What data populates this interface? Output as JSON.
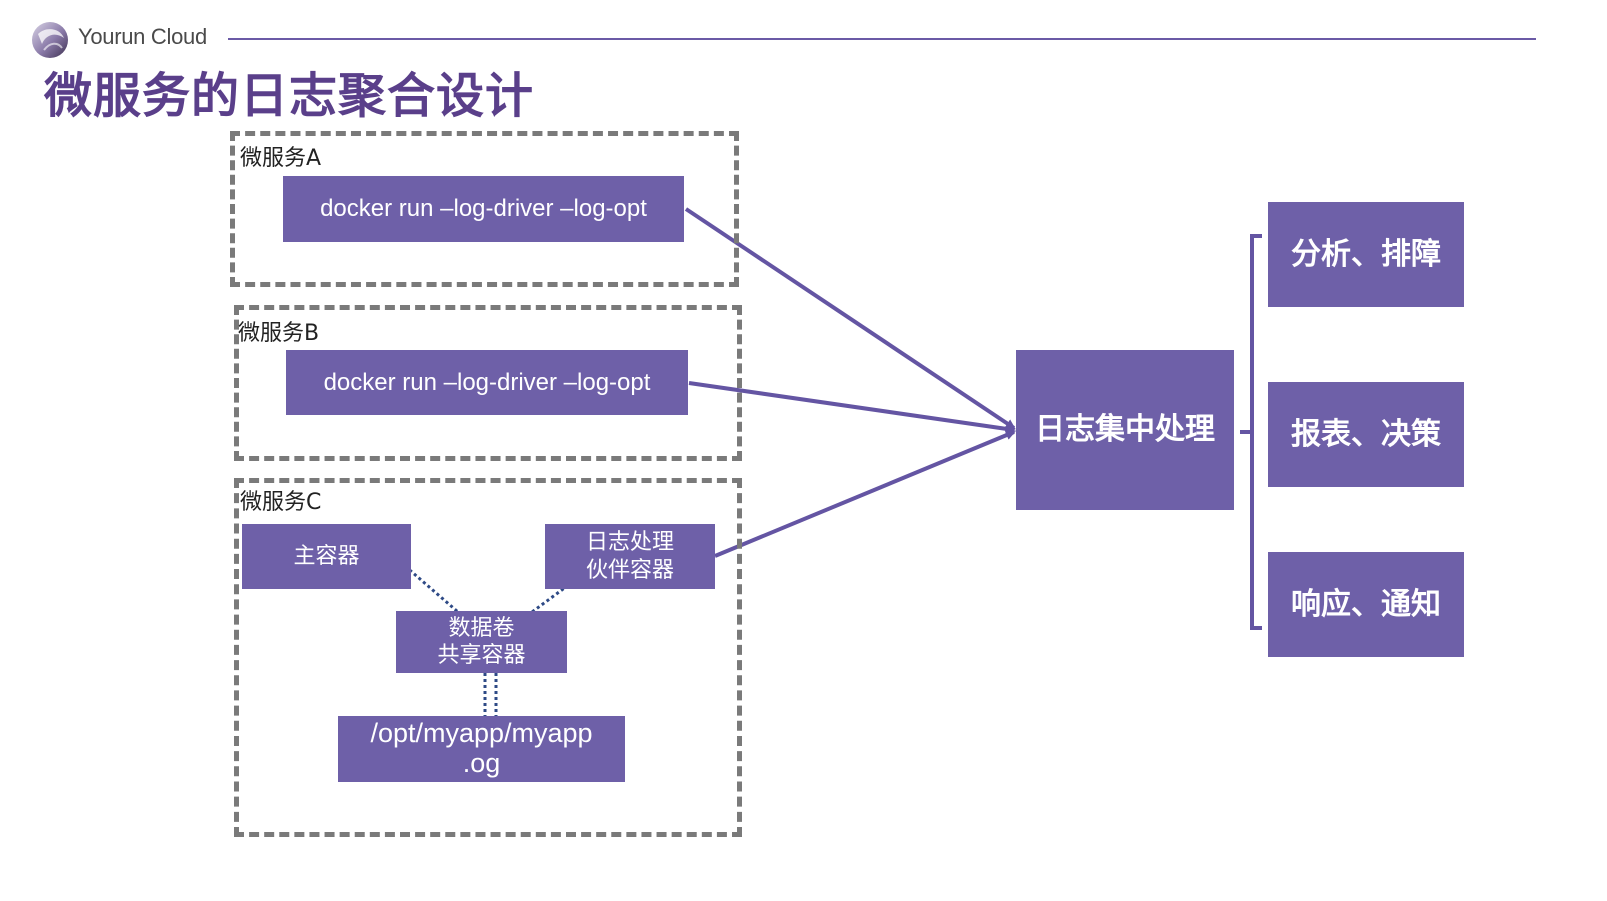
{
  "header": {
    "logo_text": "Yourun Cloud",
    "title": "微服务的日志聚合设计"
  },
  "services": {
    "a": {
      "label": "微服务A",
      "command": "docker run –log-driver –log-opt"
    },
    "b": {
      "label": "微服务B",
      "command": "docker run –log-driver –log-opt"
    },
    "c": {
      "label": "微服务C",
      "main_container": "主容器",
      "sidecar_line1": "日志处理",
      "sidecar_line2": "伙伴容器",
      "volume_line1": "数据卷",
      "volume_line2": "共享容器",
      "log_path_line1": "/opt/myapp/myapp",
      "log_path_line2": ".og"
    }
  },
  "center": {
    "label": "日志集中处理"
  },
  "outputs": {
    "analysis": "分析、排障",
    "report": "报表、决策",
    "notify": "响应、通知"
  },
  "colors": {
    "box_fill": "#6e60a8",
    "arrow": "#6455a3",
    "title": "#5a3f8a",
    "dashed_border": "#7a7a7a",
    "dotted_link": "#2e4a86"
  }
}
